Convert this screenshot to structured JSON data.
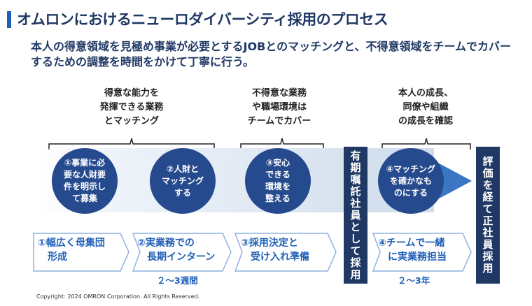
{
  "title": "オムロンにおけるニューロダイバーシティ採用のプロセス",
  "subtitle": "本人の得意領域を見極め事業が必要とするJOBとのマッチングと、不得意領域をチームでカバーするための調整を時間をかけて丁寧に行う。",
  "top_labels": [
    "得意な能力を\n発揮できる業務\nとマッチング",
    "不得意な業務\nや職場環境は\nチームでカバー",
    "本人の成長、\n同僚や組織\nの成長を確認"
  ],
  "circles": [
    "①事業に必\n要な人財要\n件を明示し\nて募集",
    "②人財と\nマッチング\nする",
    "③安心\nできる\n環境を\n整える",
    "④マッチング\nを確かなも\nのにする"
  ],
  "vertical_boxes": [
    "有期嘱託社員として採用",
    "評価を経て正社員採用"
  ],
  "steps": [
    "①幅広く母集団\n　形成",
    "②実業務での\n　長期インターン",
    "③採用決定と\n　受け入れ準備",
    "④チームで一緒\n　に実業務担当"
  ],
  "notes": [
    "２～3週間",
    "２～3年"
  ],
  "copyright": "Copyright: 2024 OMRON Corporation. All Rights Reserved.",
  "colors": {
    "navy": "#264a8e",
    "dark": "#1f3864",
    "accent": "#1f5fb8"
  }
}
